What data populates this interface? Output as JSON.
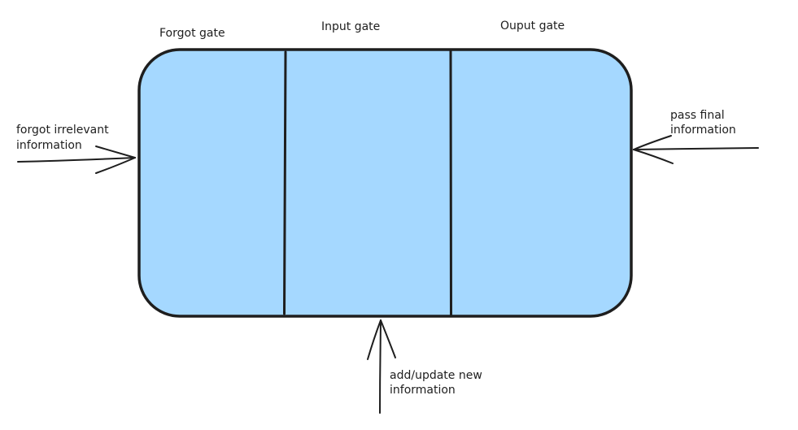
{
  "colors": {
    "box_fill": "#a5d8ff",
    "ink": "#1e1e1e",
    "background": "#ffffff"
  },
  "gates": {
    "forget": "Forgot gate",
    "input": "Input gate",
    "output": "Ouput gate"
  },
  "arrows": {
    "left": {
      "line1": "forgot irrelevant",
      "line2": "information"
    },
    "bottom": {
      "line1": "add/update new",
      "line2": "information"
    },
    "right": {
      "line1": "pass final",
      "line2": "information"
    }
  }
}
